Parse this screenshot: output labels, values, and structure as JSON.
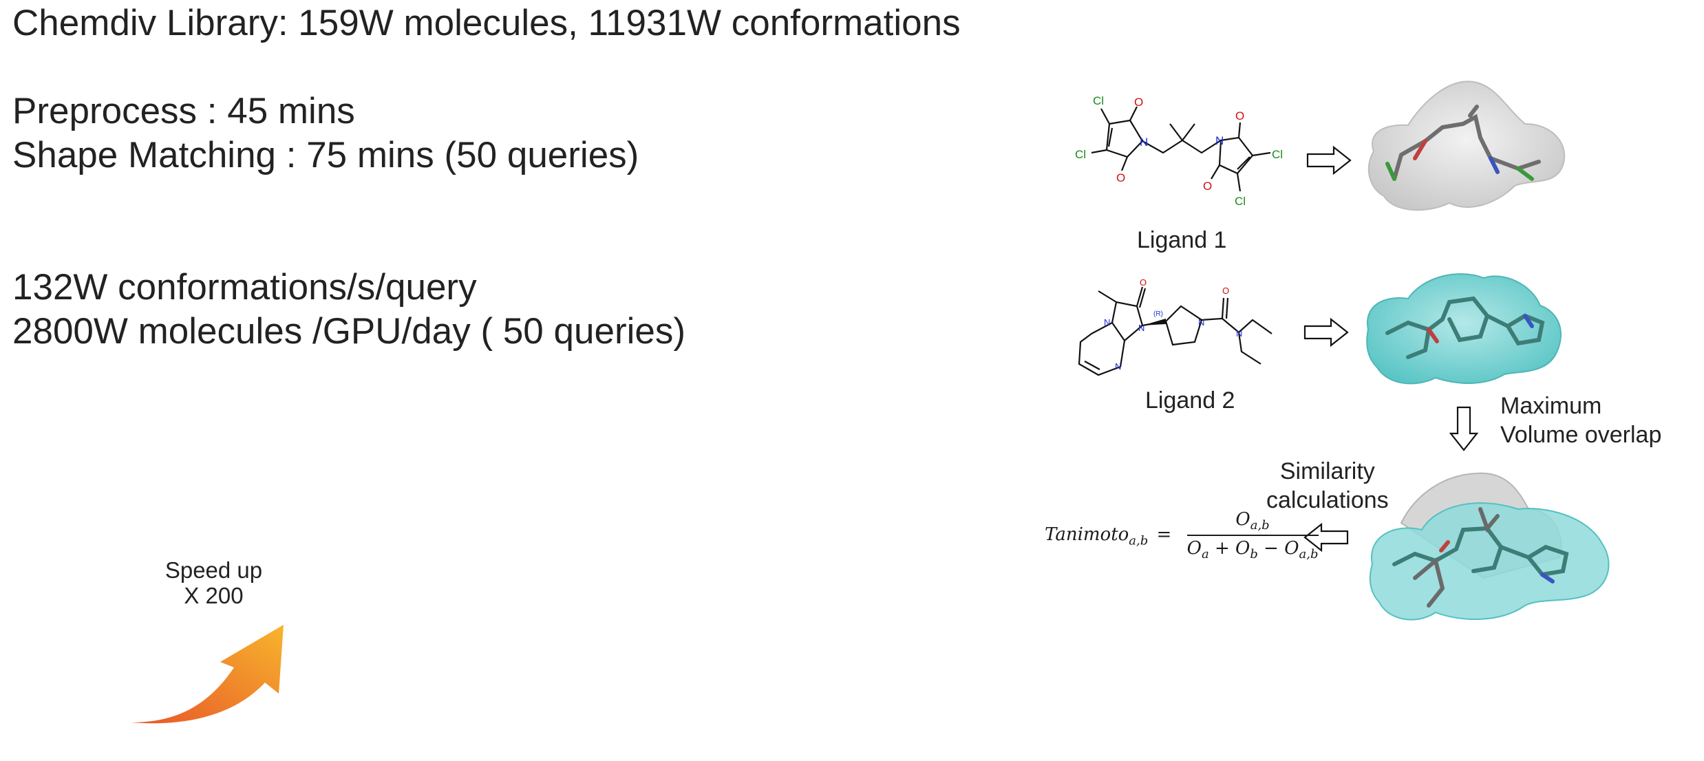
{
  "stats": {
    "title": "Chemdiv Library: 159W molecules, 11931W conformations",
    "preprocess": "Preprocess : 45 mins",
    "shape_matching": "Shape Matching : 75 mins (50 queries)",
    "rate_per_query": "132W conformations/s/query",
    "rate_per_gpu": "2800W molecules /GPU/day ( 50 queries)"
  },
  "speedup": {
    "line1": "Speed up",
    "line2": "X 200",
    "arrow_colors": [
      "#e8562a",
      "#f7b52c"
    ]
  },
  "workflow": {
    "ligand1_label": "Ligand 1",
    "ligand2_label": "Ligand 2",
    "max_overlap_line1": "Maximum",
    "max_overlap_line2": "Volume overlap",
    "similarity_line1": "Similarity",
    "similarity_line2": "calculations",
    "surface_colors": {
      "ligand1": "#c9c9c9",
      "ligand2": "#7fd3d3"
    }
  },
  "formula": {
    "lhs": "Tanimoto",
    "lhs_sub": "a,b",
    "eq": "=",
    "num": "O",
    "num_sub": "a,b",
    "den_a": "O",
    "den_a_sub": "a",
    "plus": "+",
    "den_b": "O",
    "den_b_sub": "b",
    "minus": "−",
    "den_ab": "O",
    "den_ab_sub": "a,b"
  },
  "molecule1_atoms": {
    "cl": "Cl",
    "o": "O",
    "n": "N"
  },
  "molecule2_atoms": {
    "o": "O",
    "n": "N",
    "r": "(R)"
  }
}
